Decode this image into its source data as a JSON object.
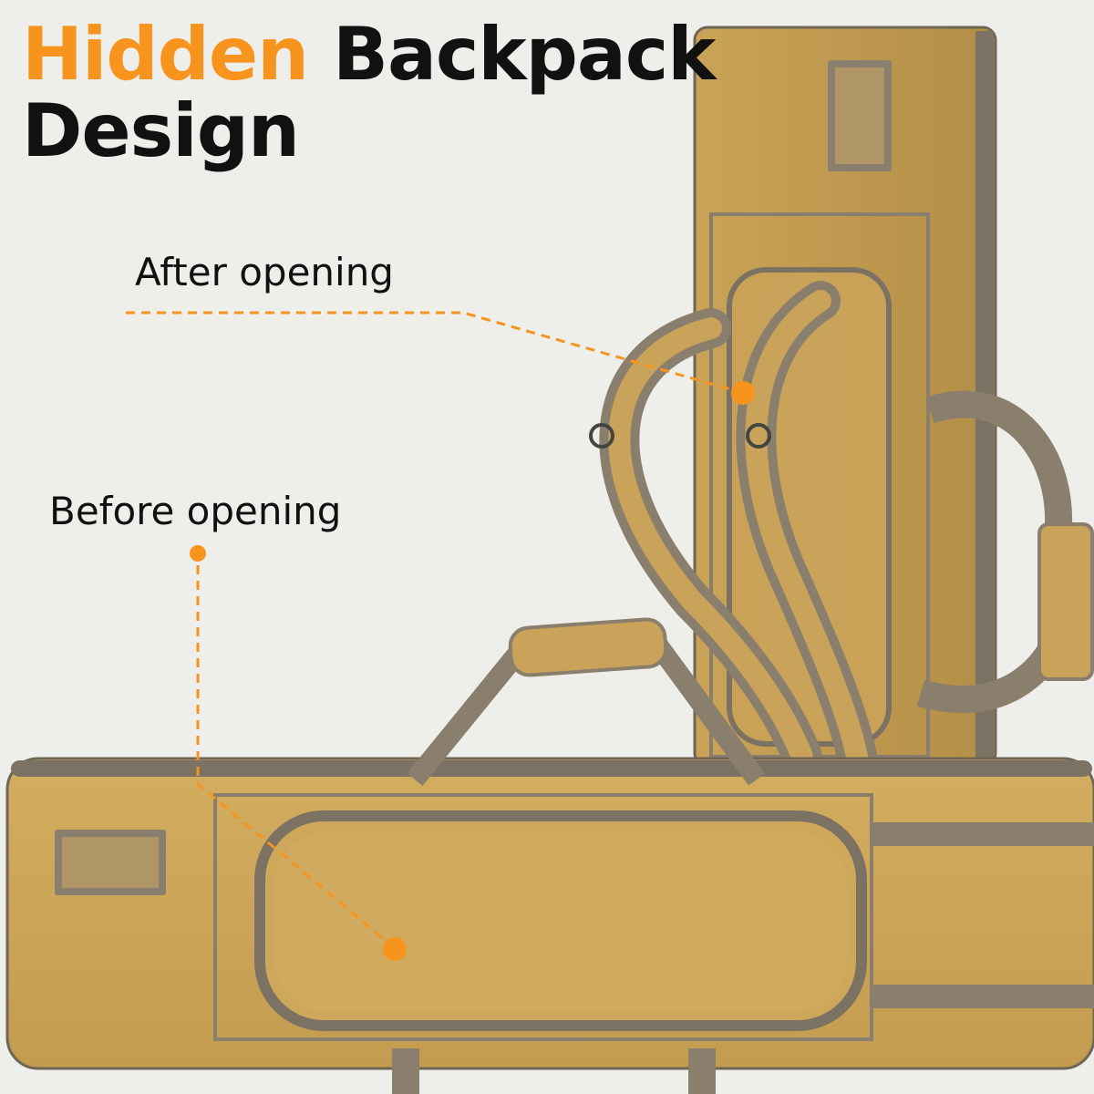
{
  "headline": {
    "accent_text": "Hidden",
    "main_text": " Backpack",
    "line2_text": "Design"
  },
  "callouts": {
    "after_opening": "After opening",
    "before_opening": "Before opening"
  },
  "colors": {
    "accent": "#f7941d",
    "bag_tan": "#caa458",
    "trim_gray": "#8a7e6c",
    "background": "#eeeeea",
    "text": "#111111"
  }
}
